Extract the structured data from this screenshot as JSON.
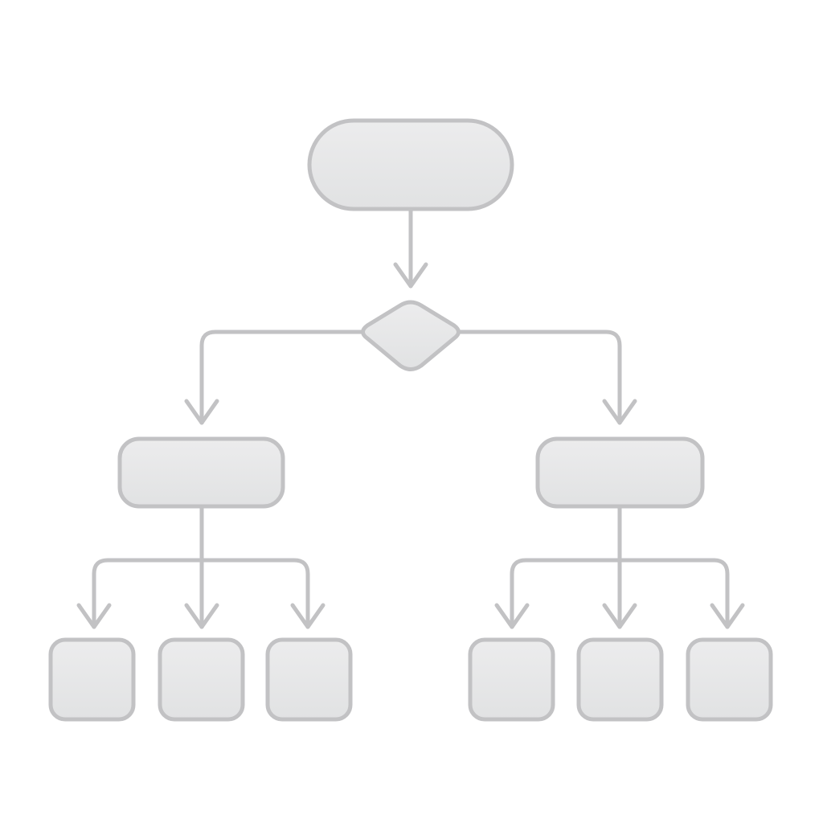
{
  "diagram": {
    "type": "flowchart",
    "colors": {
      "background": "#ffffff",
      "node_fill": "#e6e7e8",
      "node_stroke": "#c2c2c4",
      "connector": "#c2c2c4"
    },
    "nodes": [
      {
        "id": "start",
        "shape": "terminator",
        "label": ""
      },
      {
        "id": "decision",
        "shape": "diamond",
        "label": ""
      },
      {
        "id": "process-left",
        "shape": "process",
        "label": ""
      },
      {
        "id": "process-right",
        "shape": "process",
        "label": ""
      },
      {
        "id": "leaf-left-1",
        "shape": "square",
        "label": ""
      },
      {
        "id": "leaf-left-2",
        "shape": "square",
        "label": ""
      },
      {
        "id": "leaf-left-3",
        "shape": "square",
        "label": ""
      },
      {
        "id": "leaf-right-1",
        "shape": "square",
        "label": ""
      },
      {
        "id": "leaf-right-2",
        "shape": "square",
        "label": ""
      },
      {
        "id": "leaf-right-3",
        "shape": "square",
        "label": ""
      }
    ],
    "edges": [
      {
        "from": "start",
        "to": "decision"
      },
      {
        "from": "decision",
        "to": "process-left"
      },
      {
        "from": "decision",
        "to": "process-right"
      },
      {
        "from": "process-left",
        "to": "leaf-left-1"
      },
      {
        "from": "process-left",
        "to": "leaf-left-2"
      },
      {
        "from": "process-left",
        "to": "leaf-left-3"
      },
      {
        "from": "process-right",
        "to": "leaf-right-1"
      },
      {
        "from": "process-right",
        "to": "leaf-right-2"
      },
      {
        "from": "process-right",
        "to": "leaf-right-3"
      }
    ]
  }
}
